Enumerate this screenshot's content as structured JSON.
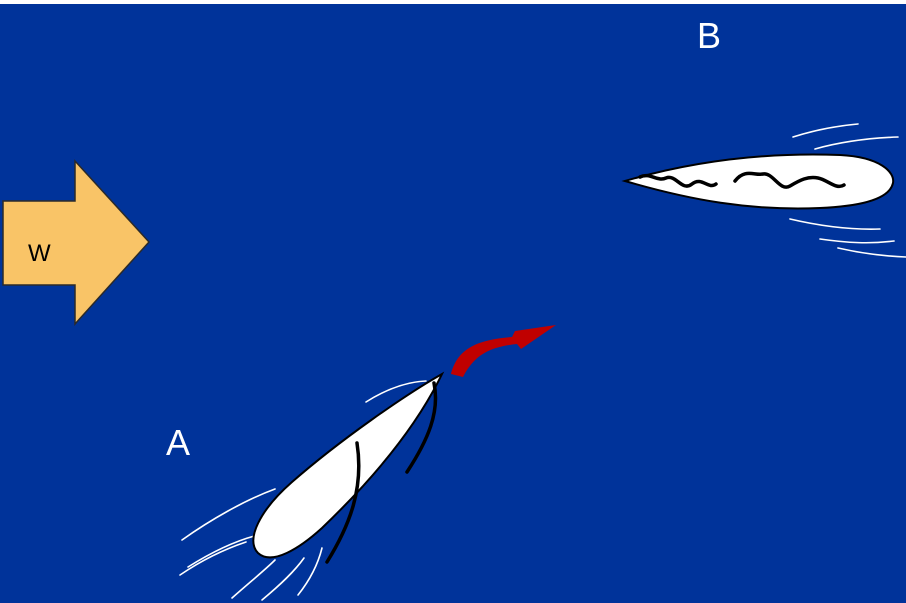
{
  "colors": {
    "sea": "#00339a",
    "wind_arrow": "#f9c467",
    "turn_arrow": "#c00000",
    "hull": "#ffffff",
    "outline": "#000000",
    "label": "#ffffff"
  },
  "wind": {
    "label": "W"
  },
  "boats": [
    {
      "label": "A",
      "state": "turning",
      "icon": "sailboat-icon"
    },
    {
      "label": "B",
      "state": "luffing",
      "icon": "sailboat-icon"
    }
  ],
  "turn_arrow": {
    "icon": "curved-arrow-icon"
  }
}
